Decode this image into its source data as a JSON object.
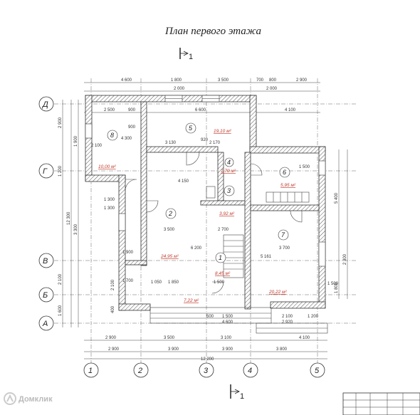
{
  "title": "План первого этажа",
  "section_cut_label": "1",
  "axes_letters": [
    "Д",
    "Г",
    "В",
    "Б",
    "А"
  ],
  "axes_numbers": [
    "1",
    "2",
    "3",
    "4",
    "5"
  ],
  "rooms": [
    {
      "num": "1",
      "area": "8,45 м²"
    },
    {
      "num": "2",
      "area": "24,95 м²"
    },
    {
      "num": "3",
      "area": "3,92 м²"
    },
    {
      "num": "4",
      "area": "1,70 м²"
    },
    {
      "num": "5",
      "area": "19,10 м²"
    },
    {
      "num": "6",
      "area": "5,95 м²"
    },
    {
      "num": "7",
      "area": "20,22 м²"
    },
    {
      "num": "8",
      "area": "10,00 м²"
    },
    {
      "num": "",
      "area": "7,22 м²"
    }
  ],
  "dims_top_outer": [
    "4 600",
    "1 800",
    "3 500",
    "700",
    "800",
    "2 900"
  ],
  "dims_top_inner": [
    "2 000",
    "2 000"
  ],
  "dims_top_row3": [
    "2 500",
    "900",
    "6 600",
    "4 100"
  ],
  "dims_bottom_row1": [
    "2 900",
    "3 500",
    "3 100",
    "4 100"
  ],
  "dims_bottom_row2": [
    "2 900",
    "3 900",
    "3 900",
    "3 800"
  ],
  "dims_bottom_total": "12 200",
  "dims_bottom_inner": [
    "500",
    "1 500",
    "2 100",
    "1 200",
    "4 600",
    "2 920"
  ],
  "dims_left_outer": [
    "2 900",
    "1 200",
    "2 100",
    "1 600"
  ],
  "dims_left_total": "12 300",
  "dims_left_inner": [
    "3 300",
    "1 900",
    "2 100",
    "400"
  ],
  "dims_right": [
    "5 400",
    "2 300",
    "1 800"
  ],
  "interior_dims": [
    "3 130",
    "2 170",
    "920",
    "4 150",
    "3 500",
    "2 700",
    "6 200",
    "1 300",
    "1 300",
    "1 050",
    "1 850",
    "1 500",
    "3 700",
    "5 161",
    "2 100",
    "900",
    "4 300",
    "1 700",
    "1 900",
    "1 500",
    "1 500"
  ],
  "watermark": "Домклик"
}
